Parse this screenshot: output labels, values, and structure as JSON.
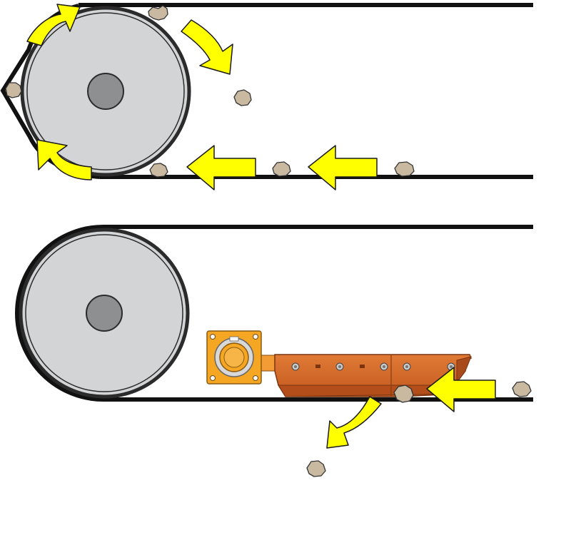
{
  "colors": {
    "belt": "#111111",
    "pulley_face": "#d3d4d6",
    "pulley_rim": "#2b2b2b",
    "hub": "#8e8f91",
    "arrow_fill": "#ffff00",
    "arrow_stroke": "#1a1a1a",
    "debris_fill": "#c8b9a0",
    "debris_stroke": "#333333",
    "scraper_body": "#d9692a",
    "scraper_dark": "#9e4518",
    "tensioner_plate": "#f5a623",
    "tensioner_ring": "#cfcfcf"
  },
  "panels": [
    {
      "name": "belt-without-cleaner",
      "arrows": [
        "wrap-top-arrow",
        "wrap-bottom-arrow",
        "carryback-drop-arrow",
        "return-arrow-1",
        "return-arrow-2"
      ],
      "debris_count": 6
    },
    {
      "name": "belt-with-secondary-cleaner",
      "arrows": [
        "return-arrow",
        "discharge-arrow"
      ],
      "debris_count": 3
    }
  ],
  "icons": [
    "pulley-icon",
    "hub-icon",
    "arrow-icon",
    "debris-icon",
    "scraper-icon",
    "tensioner-icon",
    "bolt-icon"
  ]
}
